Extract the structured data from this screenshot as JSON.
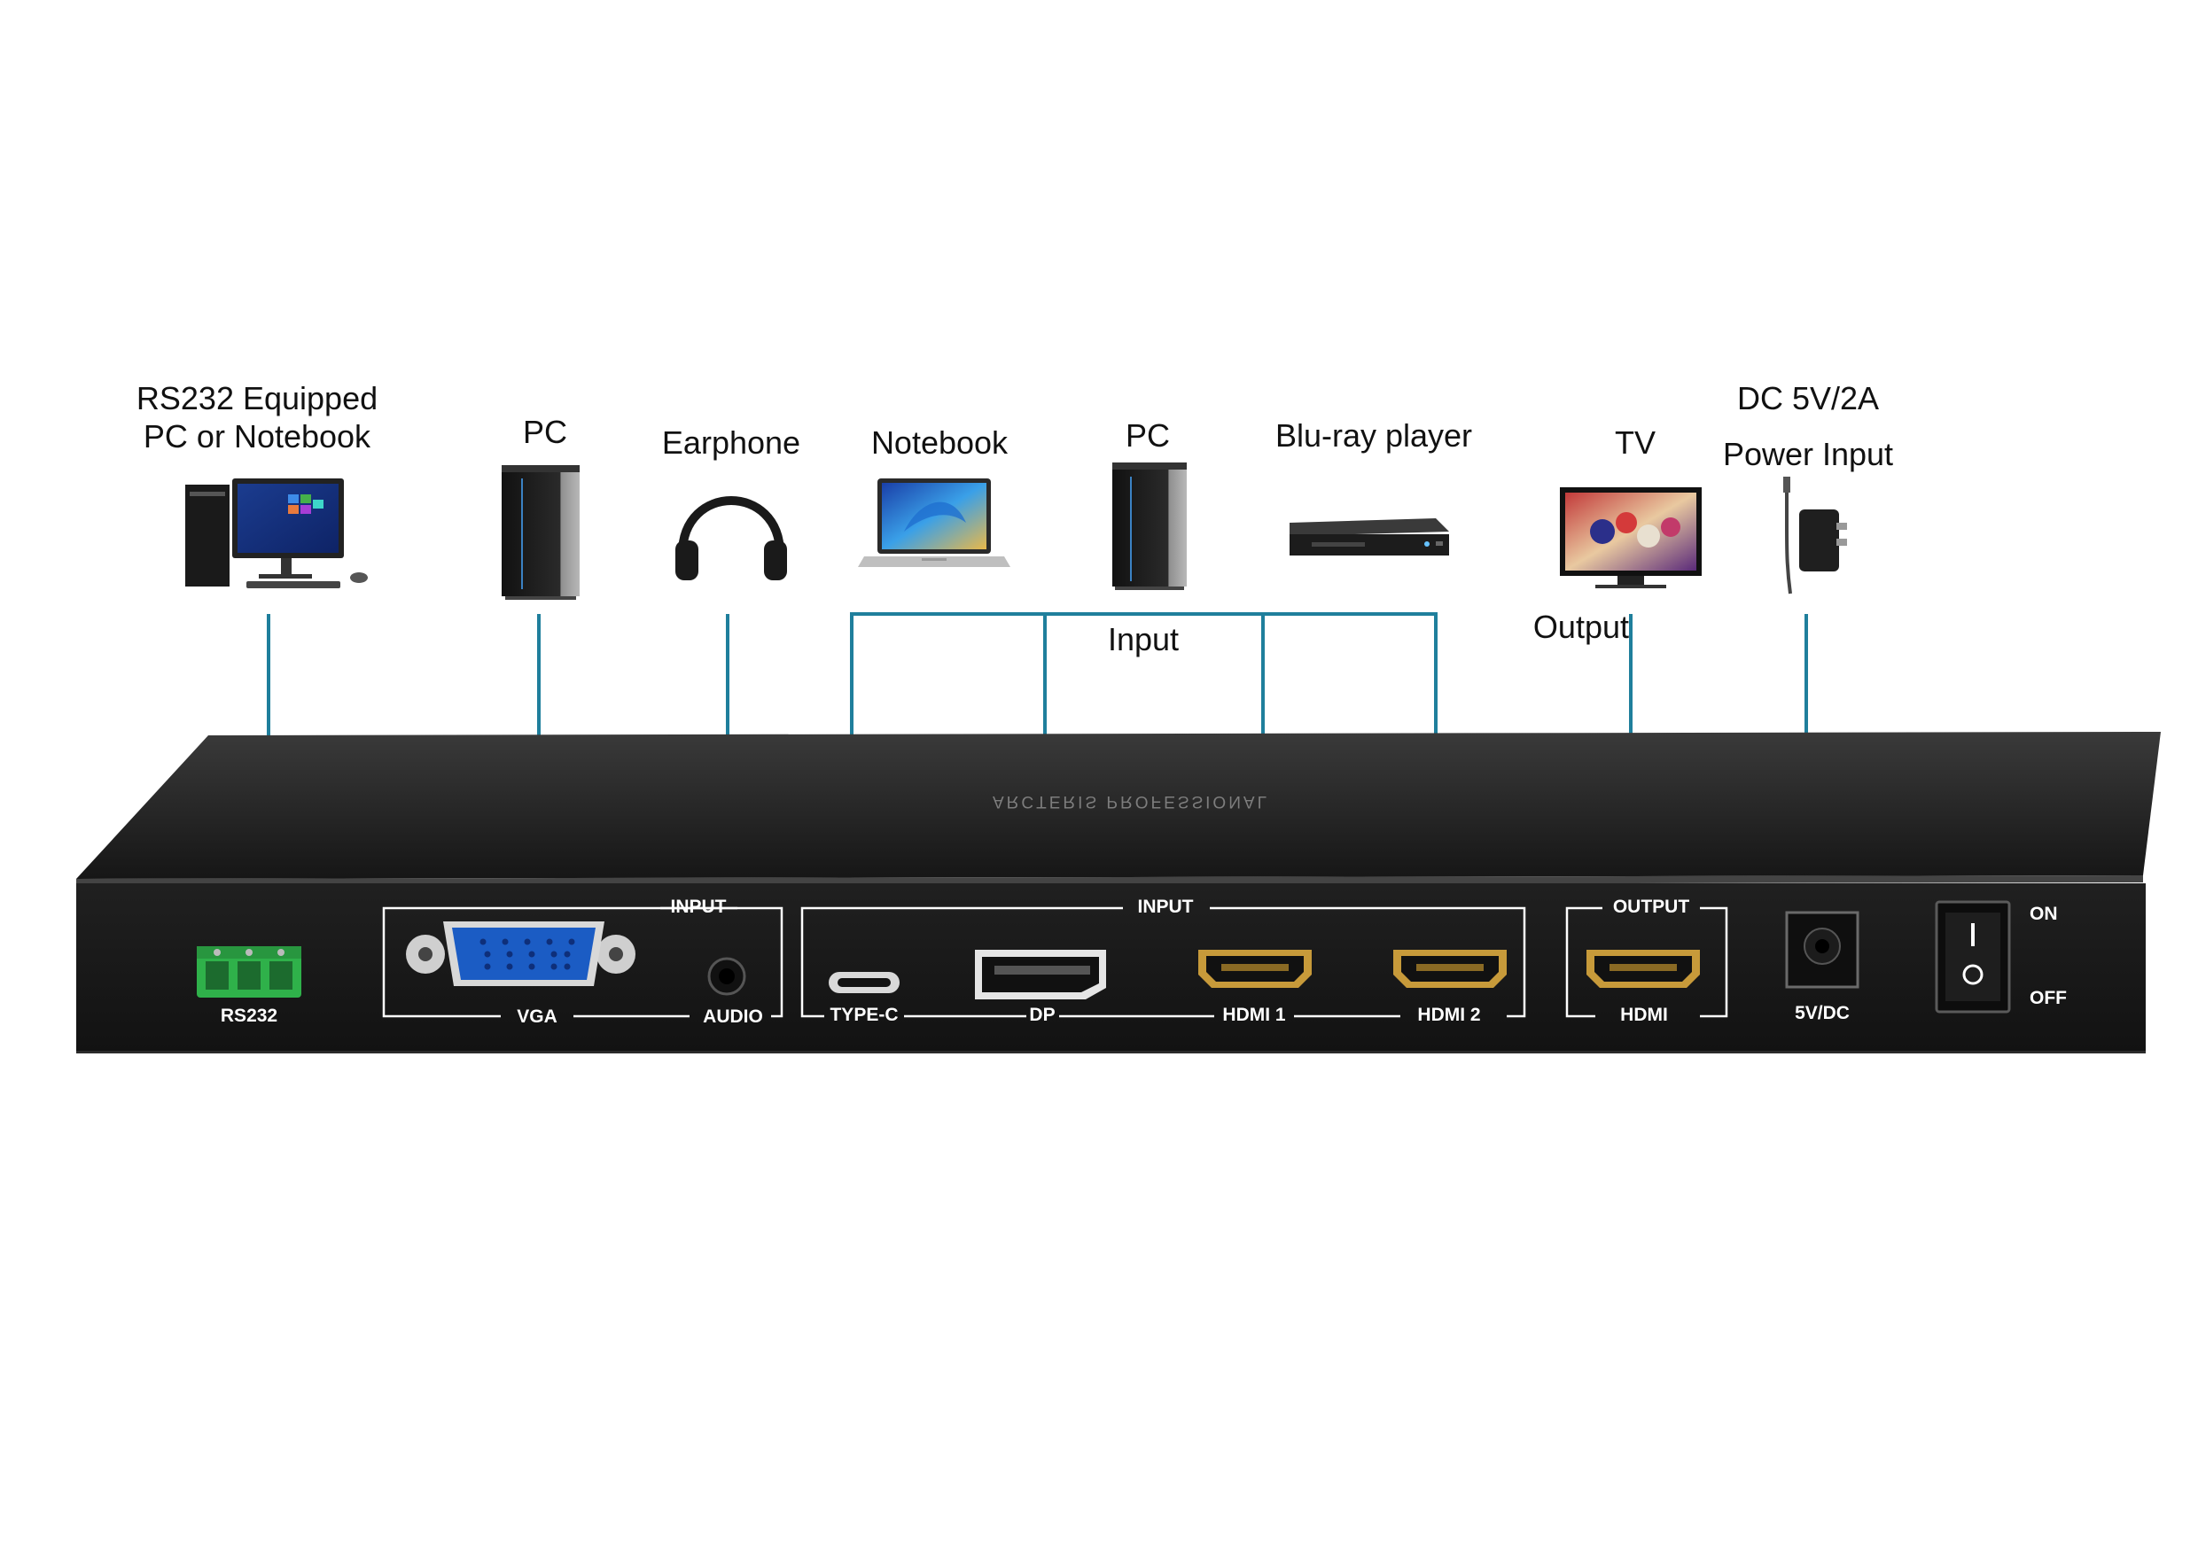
{
  "devices": {
    "rs232_pc": {
      "label_line1": "RS232 Equipped",
      "label_line2": "PC or Notebook"
    },
    "pc_vga": {
      "label": "PC"
    },
    "earphone": {
      "label": "Earphone"
    },
    "notebook": {
      "label": "Notebook"
    },
    "pc_dp": {
      "label": "PC"
    },
    "bluray": {
      "label": "Blu-ray player"
    },
    "tv": {
      "label": "TV"
    },
    "power": {
      "label_line1": "DC 5V/2A",
      "label_line2": "Power Input"
    }
  },
  "group_labels": {
    "input": "Input",
    "output": "Output"
  },
  "panel": {
    "brand": "ARCTERIS PROFESSIONAL",
    "rs232": "RS232",
    "input_box_1": "INPUT",
    "vga": "VGA",
    "audio": "AUDIO",
    "input_box_2": "INPUT",
    "type_c": "TYPE-C",
    "dp": "DP",
    "hdmi1": "HDMI 1",
    "hdmi2": "HDMI 2",
    "output_box": "OUTPUT",
    "hdmi_out": "HDMI",
    "power_port": "5V/DC",
    "switch_on": "ON",
    "switch_off": "OFF"
  },
  "colors": {
    "connector_line": "#1f7f9c",
    "chassis": "#1c1c1c",
    "background": "#ffffff"
  }
}
